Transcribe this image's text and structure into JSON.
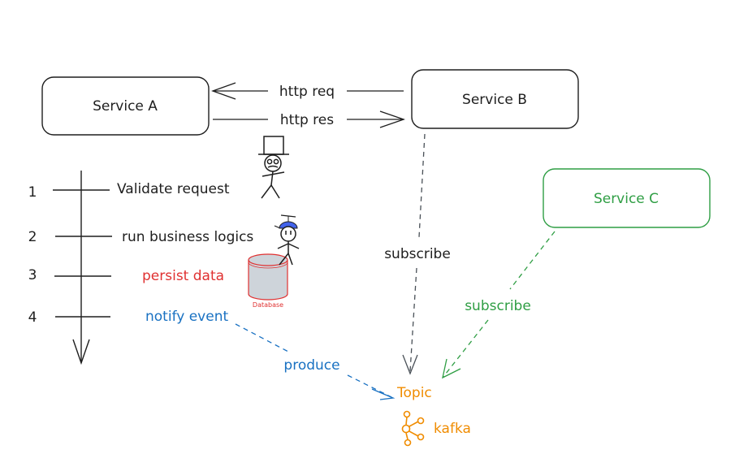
{
  "colors": {
    "ink": "#1e1e1e",
    "red": "#e03131",
    "blue": "#1971c2",
    "green": "#2f9e44",
    "orange": "#f08c00",
    "db_fill": "#ced4da",
    "hat_blue": "#4263eb"
  },
  "services": {
    "a": "Service A",
    "b": "Service B",
    "c": "Service C"
  },
  "arrows": {
    "http_req": "http req",
    "http_res": "http res",
    "subscribe_b": "subscribe",
    "subscribe_c": "subscribe",
    "produce": "produce"
  },
  "steps": [
    {
      "number": "1",
      "label": "Validate request"
    },
    {
      "number": "2",
      "label": "run business logics"
    },
    {
      "number": "3",
      "label": "persist data"
    },
    {
      "number": "4",
      "label": "notify event"
    }
  ],
  "database": {
    "label": "Database"
  },
  "topic": {
    "label": "Topic",
    "brand": "kafka"
  },
  "icons": [
    "top-hat-figure-icon",
    "propeller-cap-figure-icon",
    "database-cylinder-icon",
    "kafka-logo-icon"
  ]
}
